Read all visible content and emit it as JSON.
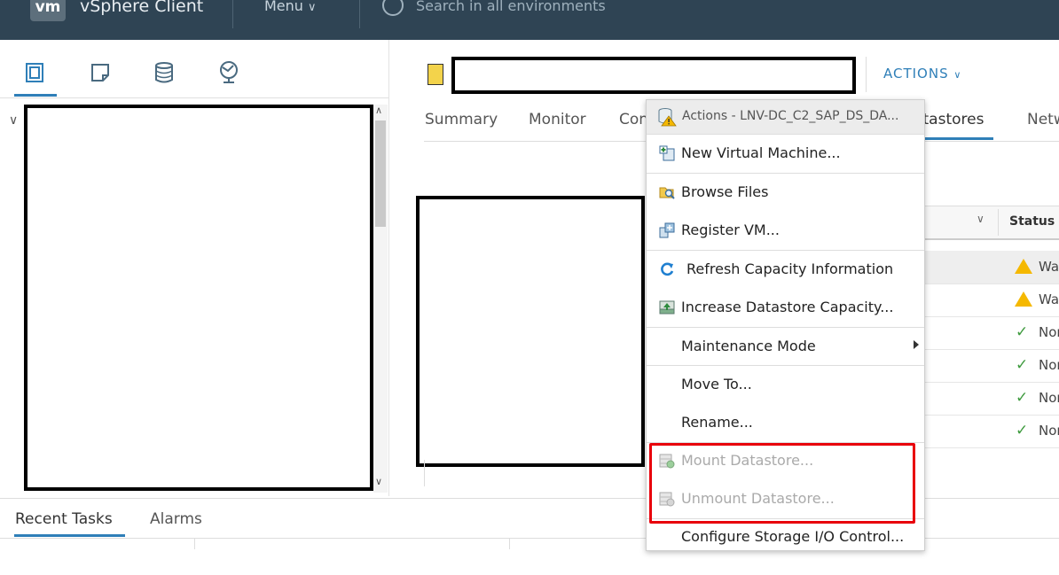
{
  "header": {
    "title": "vSphere Client",
    "logo": "vm",
    "menu_label": "Menu",
    "search_placeholder": "Search in all environments"
  },
  "left_tabs": [
    {
      "icon": "hosts-and-clusters-icon"
    },
    {
      "icon": "vms-and-templates-icon"
    },
    {
      "icon": "storage-icon"
    },
    {
      "icon": "networking-icon"
    }
  ],
  "object": {
    "actions_label": "ACTIONS"
  },
  "tabs": [
    "Summary",
    "Monitor",
    "Con",
    "Datastores",
    "Netw"
  ],
  "grid": {
    "status_header": "Status",
    "rows": [
      {
        "state": "warning",
        "text": "Wa"
      },
      {
        "state": "warning",
        "text": "Wa"
      },
      {
        "state": "normal",
        "text": "Nor"
      },
      {
        "state": "normal",
        "text": "Nor"
      },
      {
        "state": "normal",
        "text": "Nor"
      },
      {
        "state": "normal",
        "text": "Nor"
      }
    ]
  },
  "context_menu": {
    "header": "Actions - LNV-DC_C2_SAP_DS_DA...",
    "items": [
      {
        "label": "New Virtual Machine...",
        "icon": "new-vm-icon",
        "enabled": true
      },
      {
        "label": "Browse Files",
        "icon": "browse-files-icon",
        "enabled": true
      },
      {
        "label": "Register VM...",
        "icon": "register-vm-icon",
        "enabled": true
      },
      {
        "label": "Refresh Capacity Information",
        "icon": "refresh-icon",
        "enabled": true
      },
      {
        "label": "Increase Datastore Capacity...",
        "icon": "increase-capacity-icon",
        "enabled": true
      },
      {
        "label": "Maintenance Mode",
        "icon": "",
        "enabled": true,
        "submenu": true
      },
      {
        "label": "Move To...",
        "icon": "",
        "enabled": true
      },
      {
        "label": "Rename...",
        "icon": "",
        "enabled": true
      },
      {
        "label": "Mount Datastore...",
        "icon": "mount-datastore-icon",
        "enabled": false
      },
      {
        "label": "Unmount Datastore...",
        "icon": "unmount-datastore-icon",
        "enabled": false
      },
      {
        "label": "Configure Storage I/O Control...",
        "icon": "",
        "enabled": true
      }
    ]
  },
  "bottom": {
    "tabs": [
      "Recent Tasks",
      "Alarms"
    ]
  },
  "colors": {
    "header_bg": "#2f4454",
    "accent": "#2f7fb8",
    "warning": "#f5b800",
    "ok": "#3f9b3f",
    "highlight": "#e8000b"
  }
}
